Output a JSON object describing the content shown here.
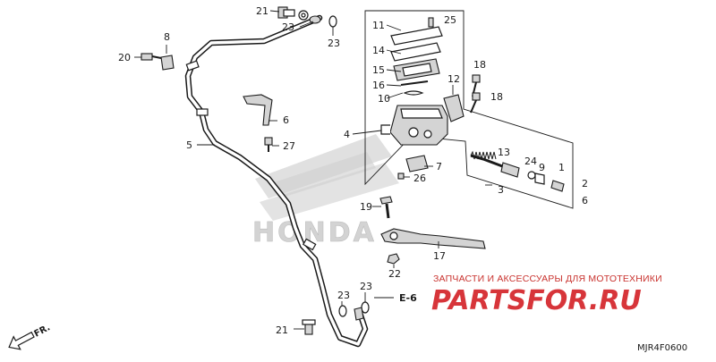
{
  "diagram": {
    "diagram_code": "MJR4F0600",
    "front_arrow_label": "FR.",
    "ref_label": "E-6",
    "watermark_text": "HONDA",
    "colors": {
      "brand": "#d7353a",
      "ink": "#1a1a1a",
      "watermark": "#d8d8d8"
    },
    "callouts": {
      "c21_top": "21",
      "c23_a": "23",
      "c23_b": "23",
      "c8": "8",
      "c20": "20",
      "c11": "11",
      "c25": "25",
      "c14": "14",
      "c15": "15",
      "c16": "16",
      "c10": "10",
      "c12": "12",
      "c18_a": "18",
      "c18_b": "18",
      "c6": "6",
      "c27": "27",
      "c5": "5",
      "c4": "4",
      "c7": "7",
      "c26": "26",
      "c13": "13",
      "c24": "24",
      "c9": "9",
      "c1": "1",
      "c3": "3",
      "c2_6": "2",
      "c2_6b": "6",
      "c19": "19",
      "c17": "17",
      "c22": "22",
      "c23_c": "23",
      "c23_d": "23",
      "c21_bottom": "21"
    }
  },
  "watermark": {
    "tagline": "ЗАПЧАСТИ И АКСЕССУАРЫ ДЛЯ МОТОТЕХНИКИ",
    "brand": "PARTSFOR.RU"
  }
}
